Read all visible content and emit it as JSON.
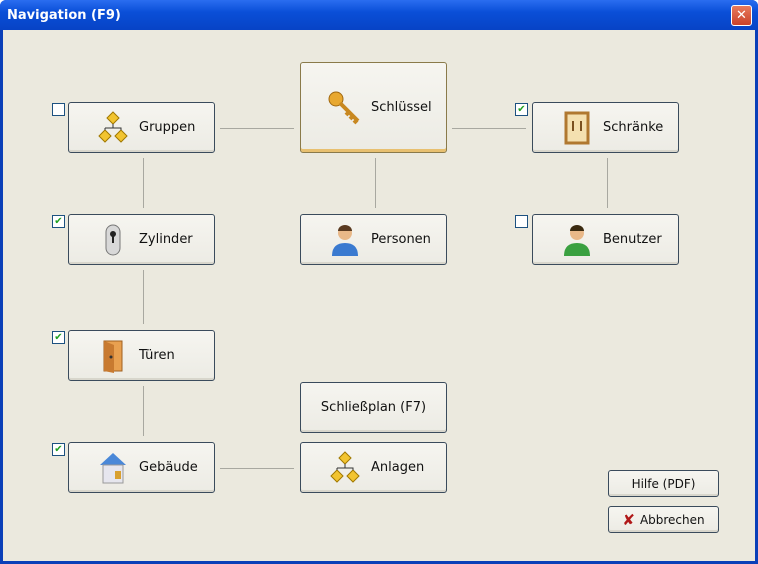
{
  "window": {
    "title": "Navigation (F9)",
    "close": "✕"
  },
  "nodes": {
    "gruppen": {
      "label": "Gruppen",
      "checked": false
    },
    "schluessel": {
      "label": "Schlüssel"
    },
    "schraenke": {
      "label": "Schränke",
      "checked": true
    },
    "zylinder": {
      "label": "Zylinder",
      "checked": true
    },
    "personen": {
      "label": "Personen"
    },
    "benutzer": {
      "label": "Benutzer",
      "checked": false
    },
    "tueren": {
      "label": "Türen",
      "checked": true
    },
    "schliessplan": {
      "label": "Schließplan (F7)"
    },
    "gebaeude": {
      "label": "Gebäude",
      "checked": true
    },
    "anlagen": {
      "label": "Anlagen"
    }
  },
  "buttons": {
    "help": "Hilfe (PDF)",
    "cancel": "Abbrechen"
  }
}
